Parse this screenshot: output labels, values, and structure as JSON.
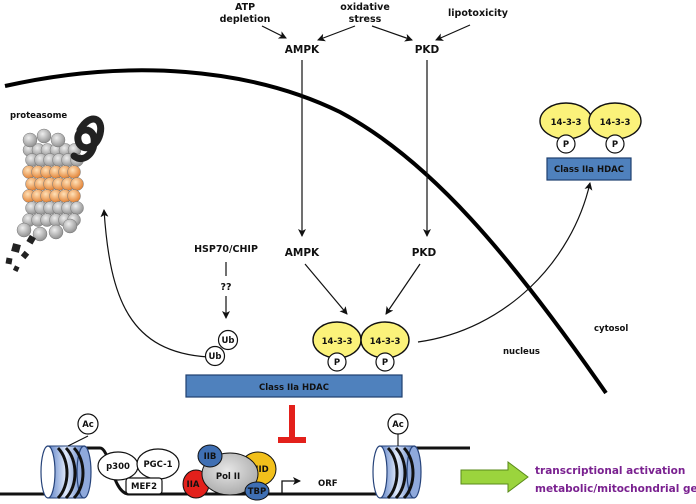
{
  "stimuli": {
    "atp": "ATP",
    "depletion": "depletion",
    "oxidative": "oxidative",
    "stress": "stress",
    "lipotoxicity": "lipotoxicity"
  },
  "kinases": {
    "ampk_top": "AMPK",
    "pkd_top": "PKD",
    "ampk_mid": "AMPK",
    "pkd_mid": "PKD"
  },
  "compartments": {
    "proteasome": "proteasome",
    "nucleus": "nucleus",
    "cytosol": "cytosol"
  },
  "ubiquitin": {
    "hsp70": "HSP70/CHIP",
    "unknown": "??",
    "ub": "Ub"
  },
  "hdac": {
    "label": "Class IIa HDAC",
    "adapter": "14-3-3",
    "phospho": "P"
  },
  "chromatin": {
    "ac": "Ac",
    "p300": "p300",
    "pgc1": "PGC-1",
    "mef2": "MEF2",
    "iib": "IIB",
    "polii": "Pol II",
    "iid": "IID",
    "iia": "IIA",
    "tbp": "TBP",
    "orf": "ORF"
  },
  "outcome": {
    "line1": "transcriptional activation",
    "line2": "metabolic/mitochondrial genes"
  },
  "colors": {
    "hdac_box": "#4f81bd",
    "adapter": "#fbf27a",
    "iia": "#e3201b",
    "iid": "#f2c01b",
    "tbp_iib": "#3f6fb3",
    "polii": "#c8c8c8",
    "outcome_arrow": "#9bd43d",
    "outcome_text": "#7a2190",
    "inhibit": "#e3201b"
  }
}
